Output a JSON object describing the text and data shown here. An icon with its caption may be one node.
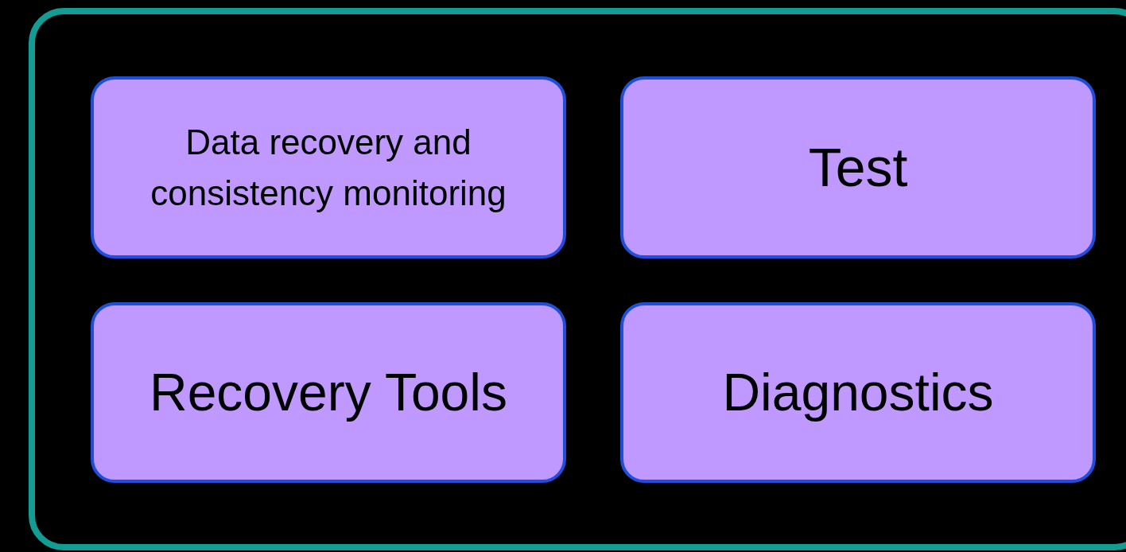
{
  "diagram": {
    "nodes": [
      {
        "text": [],
        "shape": "box"
      },
      {
        "text": [
          "Data recovery and consistency monitoring"
        ],
        "in": 0
      },
      {
        "text": [
          "Test"
        ],
        "in": 0
      },
      {
        "text": [
          "Recovery Tools"
        ],
        "in": 0
      },
      {
        "text": [
          "Diagnostics"
        ],
        "in": 0
      }
    ]
  }
}
